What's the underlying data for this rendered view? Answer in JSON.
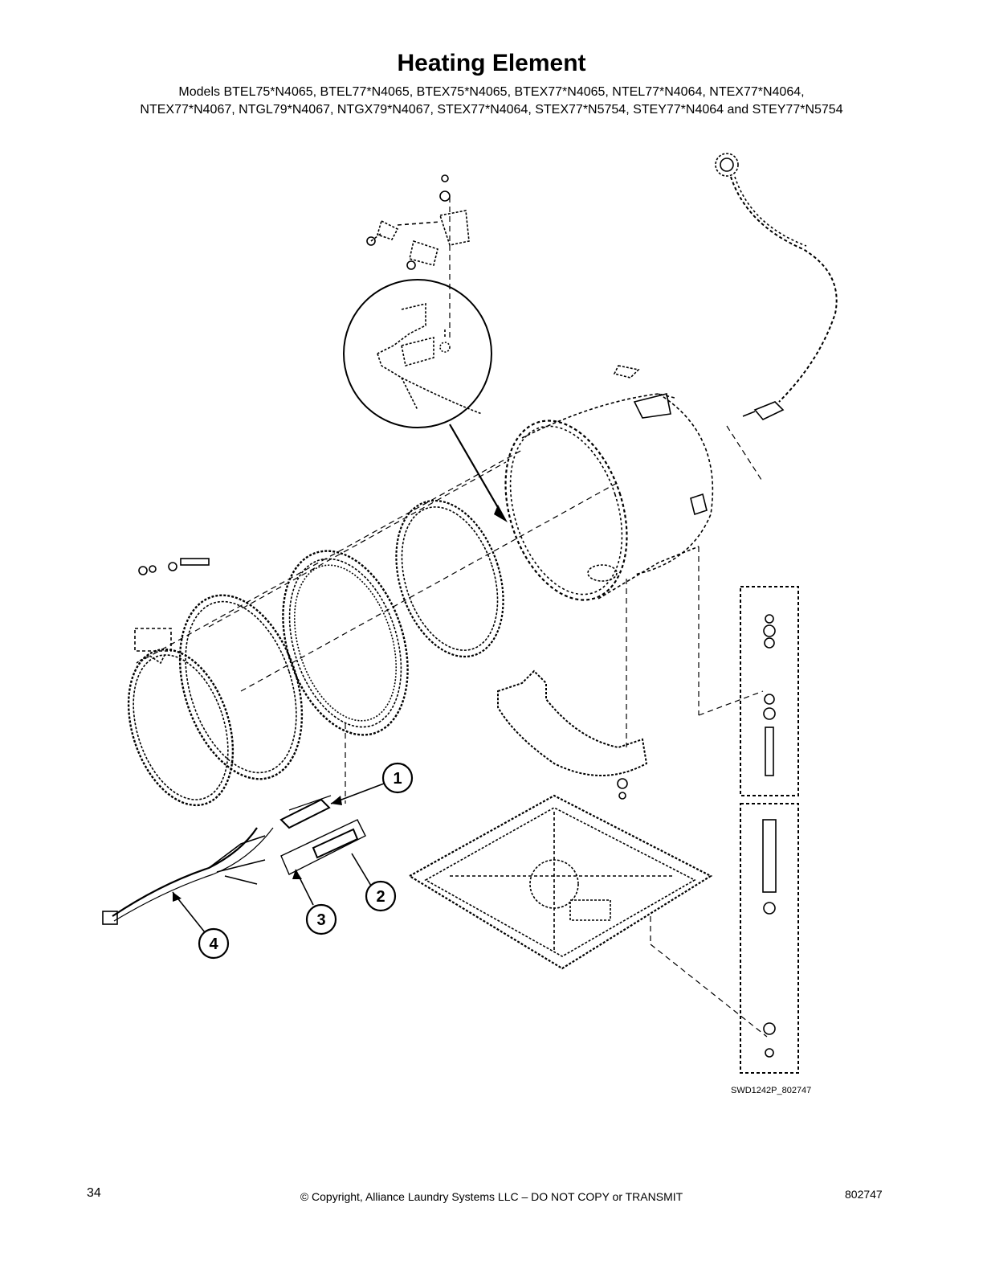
{
  "header": {
    "title": "Heating Element",
    "models_line1": "Models BTEL75*N4065, BTEL77*N4065, BTEX75*N4065, BTEX77*N4065, NTEL77*N4064, NTEX77*N4064,",
    "models_line2": "NTEX77*N4067, NTGL79*N4067, NTGX79*N4067, STEX77*N4064, STEX77*N5754, STEY77*N4064 and STEY77*N5754"
  },
  "callouts": {
    "c1": "1",
    "c2": "2",
    "c3": "3",
    "c4": "4"
  },
  "drawing_id": "SWD1242P_802747",
  "footer": {
    "page": "34",
    "copyright": "© Copyright, Alliance Laundry Systems LLC – DO NOT COPY or TRANSMIT",
    "doc_number": "802747"
  }
}
